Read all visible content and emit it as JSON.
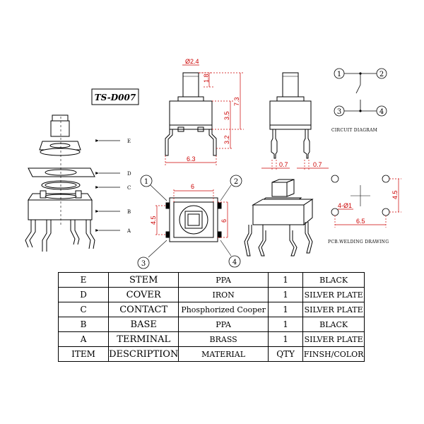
{
  "title": "TS-D007",
  "exploded_labels": [
    "E",
    "D",
    "C",
    "B",
    "A"
  ],
  "dimensions": {
    "head_dia": "Ø2.4",
    "stem_h": "1.8",
    "total_h": "7.3",
    "body_h": "3.5",
    "pin_h": "3.2",
    "body_w": "6.3",
    "pin_t1": "0.7",
    "pin_t2": "0.7",
    "top_w": "6",
    "top_h": "4.5",
    "top_h2": "6",
    "pcb_hole": "4-Ø1",
    "pcb_x": "6.5",
    "pcb_y": "4.5"
  },
  "pins": [
    "1",
    "2",
    "3",
    "4"
  ],
  "circuit_label": "CIRCUIT DIAGRAM",
  "pcb_label": "PCB.WELDING DRAWING",
  "colors": {
    "line": "#000000",
    "dim": "#cc0000"
  },
  "bom": {
    "rows": [
      {
        "item": "E",
        "desc": "STEM",
        "material": "PPA",
        "qty": "1",
        "finish": "BLACK"
      },
      {
        "item": "D",
        "desc": "COVER",
        "material": "IRON",
        "qty": "1",
        "finish": "SILVER PLATE"
      },
      {
        "item": "C",
        "desc": "CONTACT",
        "material": "Phosphorized Cooper",
        "qty": "1",
        "finish": "SILVER PLATE"
      },
      {
        "item": "B",
        "desc": "BASE",
        "material": "PPA",
        "qty": "1",
        "finish": "BLACK"
      },
      {
        "item": "A",
        "desc": "TERMINAL",
        "material": "BRASS",
        "qty": "1",
        "finish": "SILVER PLATE"
      }
    ],
    "header": {
      "item": "ITEM",
      "desc": "DESCRIPTION",
      "material": "MATERIAL",
      "qty": "QTY",
      "finish": "FINSH/COLOR"
    }
  }
}
